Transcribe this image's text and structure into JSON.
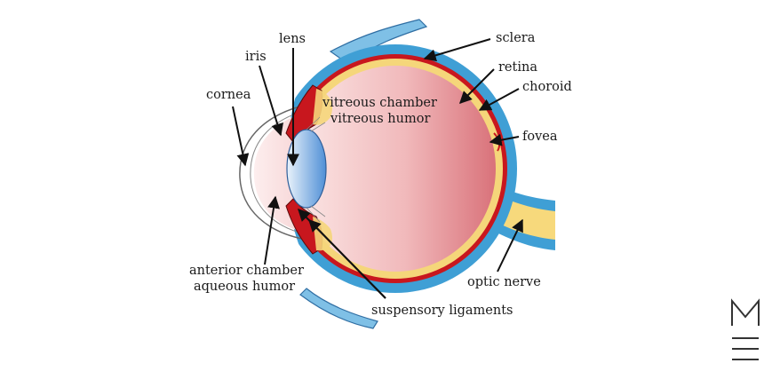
{
  "diagram": {
    "labels": {
      "lens": "lens",
      "iris": "iris",
      "cornea": "cornea",
      "sclera": "sclera",
      "retina": "retina",
      "choroid": "choroid",
      "vitreous_chamber": "vitreous chamber",
      "vitreous_humor": "vitreous humor",
      "fovea": "fovea",
      "anterior_chamber": "anterior chamber",
      "aqueous_humor": "aqueous humor",
      "optic_nerve": "optic nerve",
      "suspensory_ligaments": "suspensory ligaments"
    }
  },
  "colors": {
    "sclera": "#3f9fd5",
    "choroid": "#c8171e",
    "retina": "#f5d67a",
    "vitreous": "#f2b7b7",
    "lens": "#8fb8e6",
    "optic_nerve": "#f7d97c"
  },
  "menu": {
    "icon": "menu-m-icon"
  }
}
